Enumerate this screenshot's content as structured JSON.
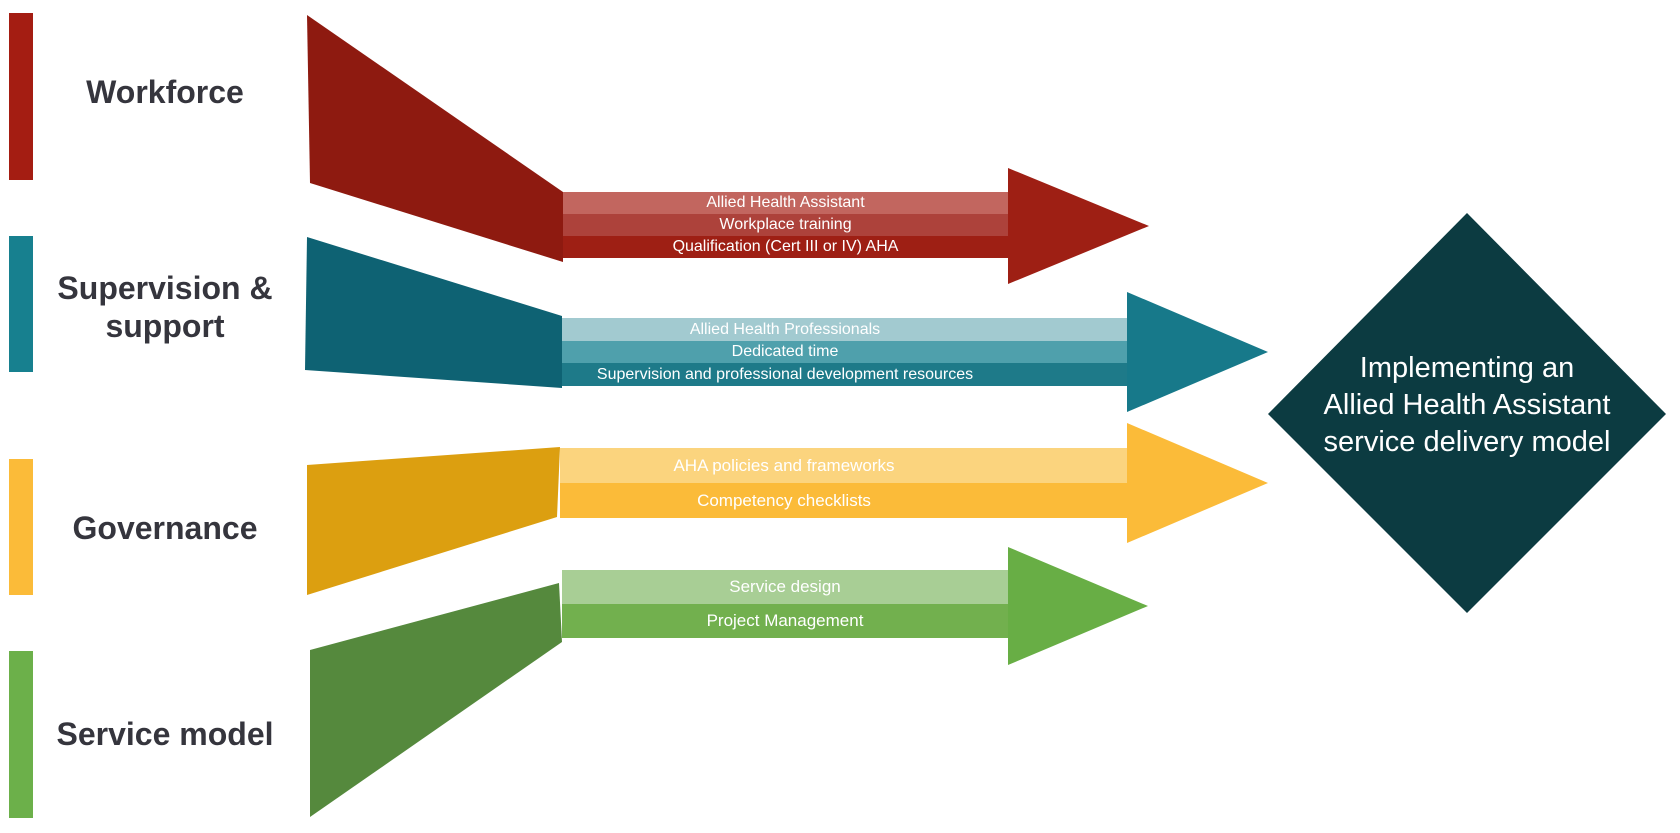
{
  "background_color": "#FFFFFF",
  "diamond": {
    "lines": [
      "Implementing an",
      "Allied Health Assistant",
      "service delivery model"
    ],
    "color": "#0C3B41",
    "text_color": "#FFFFFF"
  },
  "rows": [
    {
      "label": "Workforce",
      "bar_color": "#A41D12",
      "funnel_color": "#8E1A10",
      "arrow_color": "#9E1F14",
      "stripes": [
        {
          "text": "Allied Health Assistant",
          "color": "#C2665F"
        },
        {
          "text": "Workplace training",
          "color": "#AD423B"
        },
        {
          "text": "Qualification (Cert III or IV) AHA",
          "color": "#9E1F14"
        }
      ]
    },
    {
      "label": "Supervision & support",
      "bar_color": "#17808F",
      "funnel_color": "#0E6273",
      "arrow_color": "#17798A",
      "stripes": [
        {
          "text": "Allied Health Professionals",
          "color": "#A2CAD0"
        },
        {
          "text": "Dedicated time",
          "color": "#4FA0AC"
        },
        {
          "text": "Supervision and professional development resources",
          "color": "#1E7A89"
        }
      ]
    },
    {
      "label": "Governance",
      "bar_color": "#FBBB39",
      "funnel_color": "#DC9F10",
      "arrow_color": "#FBBB39",
      "stripes": [
        {
          "text": "AHA policies and frameworks",
          "color": "#FBD47E"
        },
        {
          "text": "Competency checklists",
          "color": "#FBBB39"
        }
      ]
    },
    {
      "label": "Service model",
      "bar_color": "#6CB04A",
      "funnel_color": "#55893D",
      "arrow_color": "#68AE45",
      "stripes": [
        {
          "text": "Service design",
          "color": "#A8CE95"
        },
        {
          "text": "Project Management",
          "color": "#72B04E"
        }
      ]
    }
  ],
  "label_text_color": "#35353D"
}
